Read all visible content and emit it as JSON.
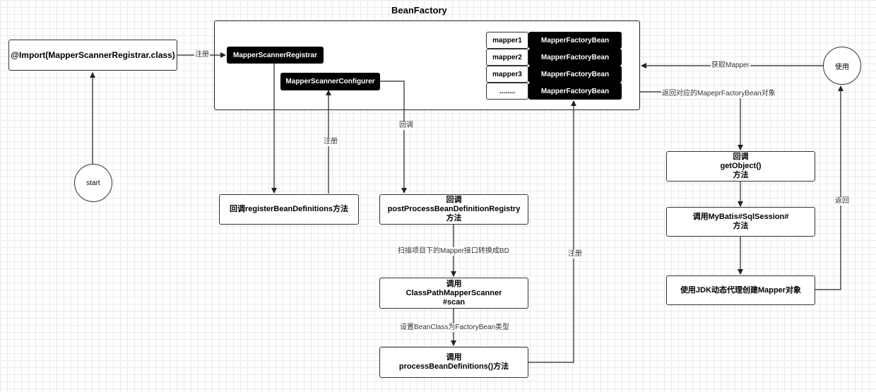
{
  "bean_factory": {
    "title": "BeanFactory"
  },
  "import_box": "@Import(MapperScannerRegistrar.class)",
  "start": "start",
  "use": "使用",
  "registrar": "MapperScannerRegistrar",
  "configurer": "MapperScannerConfigurer",
  "mappers": [
    {
      "name": "mapper1",
      "bean": "MapperFactoryBean"
    },
    {
      "name": "mapper2",
      "bean": "MapperFactoryBean"
    },
    {
      "name": "mapper3",
      "bean": "MapperFactoryBean"
    },
    {
      "name": "........",
      "bean": "MapperFactoryBean"
    }
  ],
  "register_defs": "回调registerBeanDefinitions方法",
  "post_process": {
    "line1": "回调",
    "line2": "postProcessBeanDefinitionRegistry",
    "line3": "方法"
  },
  "scanner": {
    "line1": "调用",
    "line2": "ClassPathMapperScanner",
    "line3": "#scan"
  },
  "process_defs": {
    "line1": "调用",
    "line2": "processBeanDefinitions()方法"
  },
  "get_object": {
    "line1": "回调",
    "line2": "getObject()",
    "line3": "方法"
  },
  "sql_session": {
    "line1": "调用MyBatis#SqlSession#",
    "line2": "方法"
  },
  "jdk_proxy": "使用JDK动态代理创建Mapper对象",
  "labels": {
    "register1": "注册",
    "register2": "注册",
    "register3": "注册",
    "callback": "回调",
    "scan_desc": "扫描项目下的Mapper接口转换成BD",
    "set_class": "设置BeanClass为FactoryBean类型",
    "get_mapper": "获取Mapper",
    "return_obj": "返回对应的MapeprFactoryBean对象",
    "return": "返回"
  }
}
